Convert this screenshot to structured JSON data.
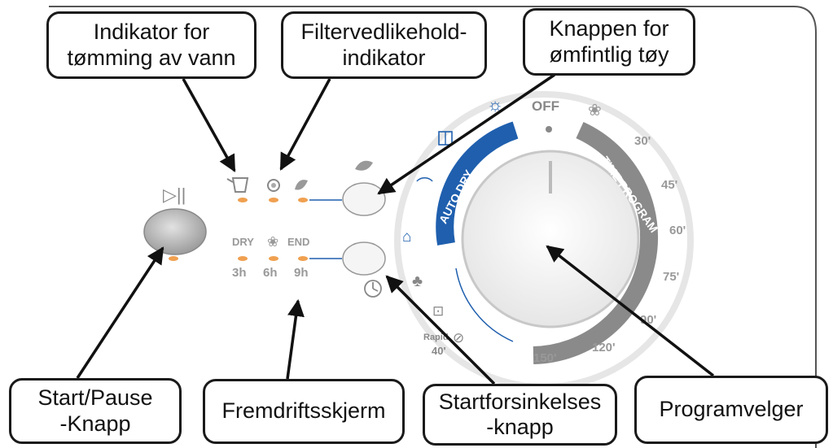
{
  "callouts": {
    "drain": {
      "line1": "Indikator for",
      "line2": "tømming av vann"
    },
    "filter": {
      "line1": "Filtervedlikehold-",
      "line2": "indikator"
    },
    "delicate": {
      "line1": "Knappen for",
      "line2": "ømfintlig tøy"
    },
    "start_pause": {
      "line1": "Start/Pause",
      "line2": "-Knapp"
    },
    "progress": {
      "line1": "Fremdriftsskjerm"
    },
    "delay": {
      "line1": "Startforsinkelses",
      "line2": "-knapp"
    },
    "selector": {
      "line1": "Programvelger"
    }
  },
  "panel": {
    "progress_labels": [
      "DRY",
      "END"
    ],
    "delay_labels": [
      "3h",
      "6h",
      "9h"
    ],
    "dial": {
      "off": "OFF",
      "auto_dry": "AUTO DRY",
      "time_program": "TIME PROGRAM",
      "times": [
        "30'",
        "45'",
        "60'",
        "75'",
        "90'",
        "120'",
        "150'"
      ],
      "rapid": "Rapid",
      "rapid_time": "40'"
    }
  },
  "colors": {
    "accent_blue": "#1f5fae",
    "time_grey": "#8a8a8a",
    "led_orange": "#f0a050"
  }
}
